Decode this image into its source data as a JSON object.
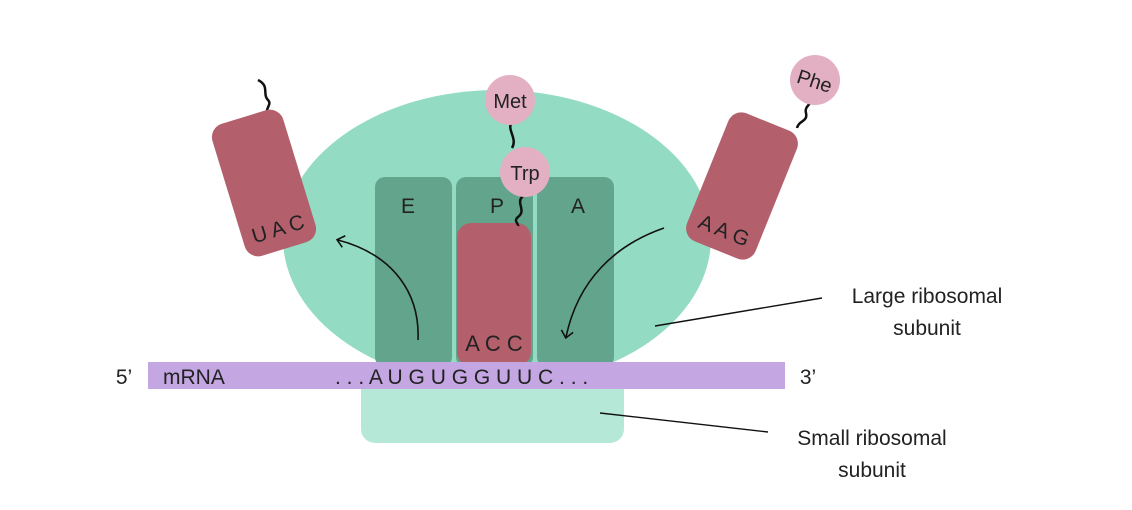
{
  "colors": {
    "large_subunit": "#93dcc3",
    "small_subunit": "#b6e8d7",
    "site_box": "#63a58c",
    "trna": "#b4606c",
    "amino_acid": "#e2b0c2",
    "mrna": "#c3a6e2",
    "text": "#222222"
  },
  "sites": {
    "e": "E",
    "p": "P",
    "a": "A"
  },
  "trnas": {
    "leaving_anticodon": "U A C",
    "p_site_anticodon": "A C C",
    "incoming_anticodon": "A A G"
  },
  "amino_acids": {
    "first": "Met",
    "second": "Trp",
    "incoming": "Phe"
  },
  "mrna": {
    "five_prime": "5’",
    "label": "mRNA",
    "sequence": ". . . A U G U G G U U C . . .",
    "three_prime": "3’"
  },
  "labels": {
    "large_line1": "Large ribosomal",
    "large_line2": "subunit",
    "small_line1": "Small ribosomal",
    "small_line2": "subunit"
  }
}
